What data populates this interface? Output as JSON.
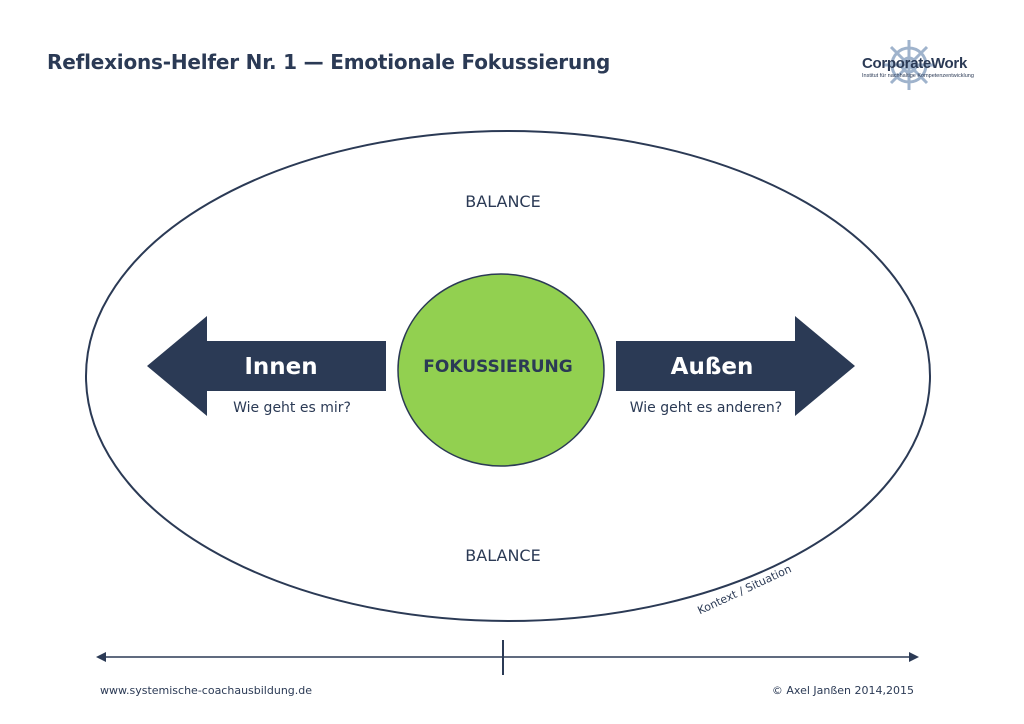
{
  "header": {
    "title": "Reflexions-Helfer Nr. 1 — Emotionale Fokussierung"
  },
  "logo": {
    "name": "CorporateWork",
    "subtitle": "Institut für nachhaltige Kompetenzentwicklung"
  },
  "diagram": {
    "balance_top": "BALANCE",
    "balance_bottom": "BALANCE",
    "center_label": "FOKUSSIERUNG",
    "left_arrow_label": "Innen",
    "left_question": "Wie geht es mir?",
    "right_arrow_label": "Außen",
    "right_question": "Wie geht es anderen?",
    "context_label": "Kontext / Situation"
  },
  "colors": {
    "navy": "#2b3a55",
    "green": "#92d050",
    "wheel": "#9fb3cc"
  },
  "footer": {
    "website": "www.systemische-coachausbildung.de",
    "copyright": "© Axel Janßen 2014,2015"
  }
}
